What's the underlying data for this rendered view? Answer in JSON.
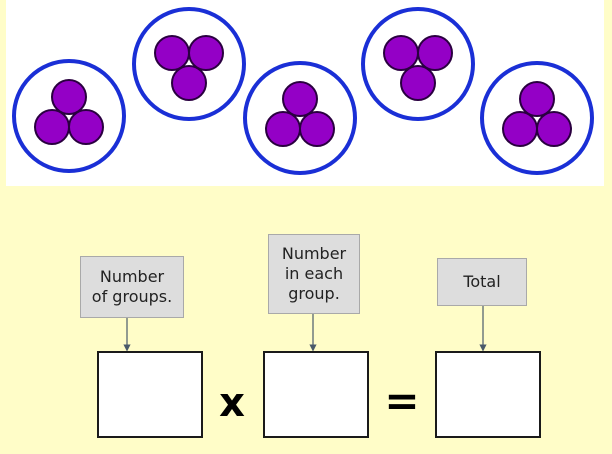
{
  "groups": {
    "count": 5,
    "dots_per_group": 3,
    "ring_color": "#1a2fd6",
    "dot_color": "#9400c6",
    "dot_outline_color": "#2a0040"
  },
  "labels": {
    "number_of_groups": [
      "Number",
      "of groups."
    ],
    "number_in_each_group": [
      "Number",
      "in each",
      "group."
    ],
    "total": [
      "Total"
    ]
  },
  "operators": {
    "multiply": "x",
    "equals": "="
  },
  "colors": {
    "background": "#fffdc8",
    "label_fill": "#dddddd",
    "arrow": "#4a5a6a"
  }
}
